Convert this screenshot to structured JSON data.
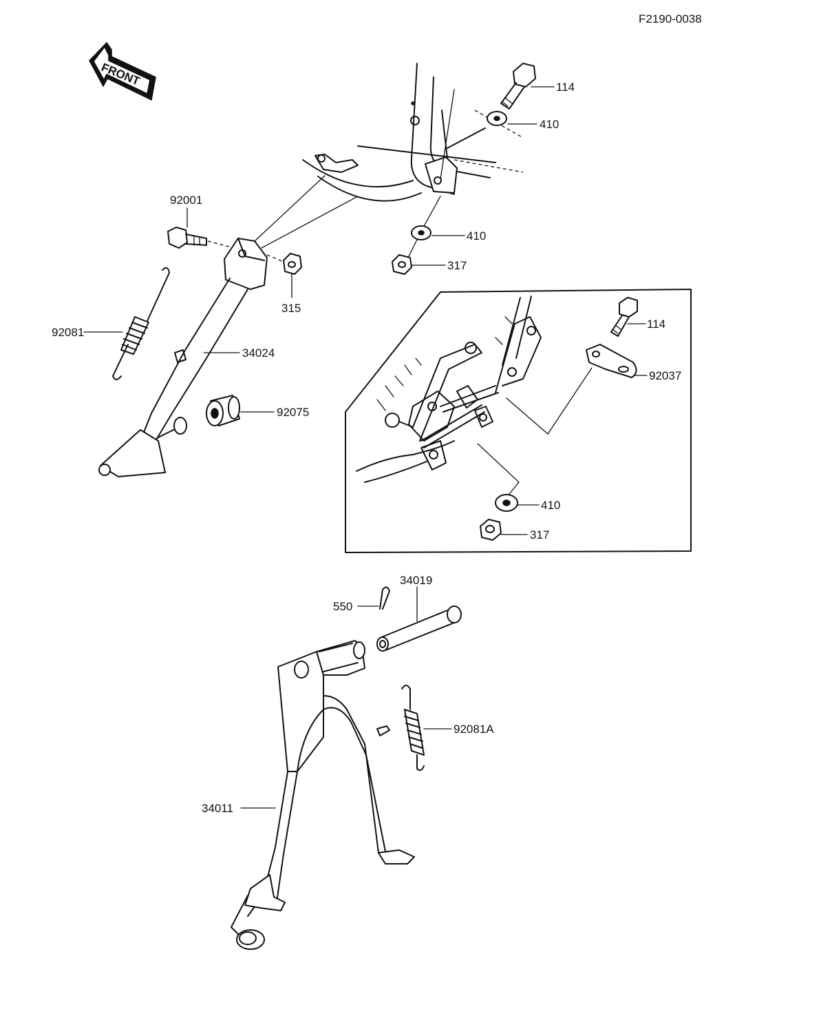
{
  "diagram_code": "F2190-0038",
  "front_label": "FRONT",
  "callouts": {
    "bolt_top": "114",
    "washer_top": "410",
    "bolt_side": "92001",
    "washer_mid": "410",
    "nut_mid": "317",
    "nut_side": "315",
    "spring_side": "92081",
    "side_stand": "34024",
    "rubber": "92075",
    "inset_bolt": "114",
    "inset_bracket": "92037",
    "inset_washer": "410",
    "inset_nut": "317",
    "cotter_pin": "550",
    "pivot_shaft": "34019",
    "spring_center": "92081A",
    "center_stand": "34011"
  }
}
